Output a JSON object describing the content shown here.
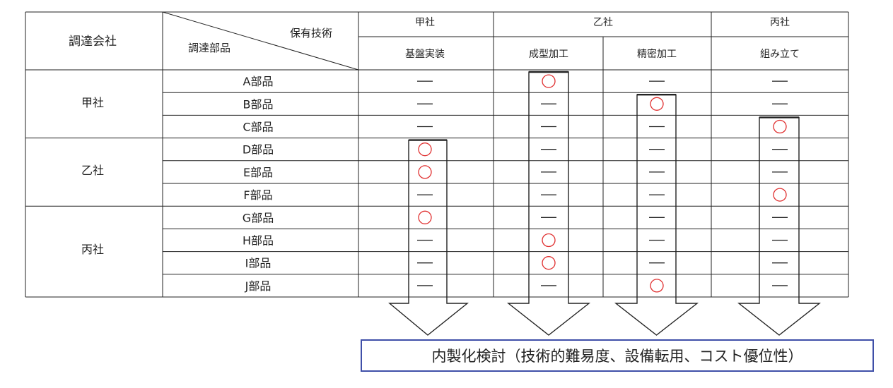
{
  "header": {
    "corner_top": "保有技術",
    "corner_bottom": "調達部品",
    "row_group_label": "調達会社",
    "companies": [
      "甲社",
      "乙社",
      "丙社"
    ],
    "technologies": [
      "基盤実装",
      "成型加工",
      "精密加工",
      "組み立て"
    ]
  },
  "groups": [
    {
      "company": "甲社",
      "parts": [
        "A部品",
        "B部品",
        "C部品"
      ]
    },
    {
      "company": "乙社",
      "parts": [
        "D部品",
        "E部品",
        "F部品"
      ]
    },
    {
      "company": "丙社",
      "parts": [
        "G部品",
        "H部品",
        "I部品",
        "J部品"
      ]
    }
  ],
  "matrix": [
    [
      "—",
      "○",
      "—",
      "—"
    ],
    [
      "—",
      "—",
      "○",
      "—"
    ],
    [
      "—",
      "—",
      "—",
      "○"
    ],
    [
      "○",
      "—",
      "—",
      "—"
    ],
    [
      "○",
      "—",
      "—",
      "—"
    ],
    [
      "—",
      "—",
      "—",
      "○"
    ],
    [
      "○",
      "—",
      "—",
      "—"
    ],
    [
      "—",
      "○",
      "—",
      "—"
    ],
    [
      "—",
      "○",
      "—",
      "—"
    ],
    [
      "—",
      "—",
      "○",
      "—"
    ]
  ],
  "conclusion": "内製化検討（技術的難易度、設備転用、コスト優位性）",
  "colors": {
    "circle": "#e03030",
    "line": "#222222",
    "box_border": "#3f4fa8"
  }
}
